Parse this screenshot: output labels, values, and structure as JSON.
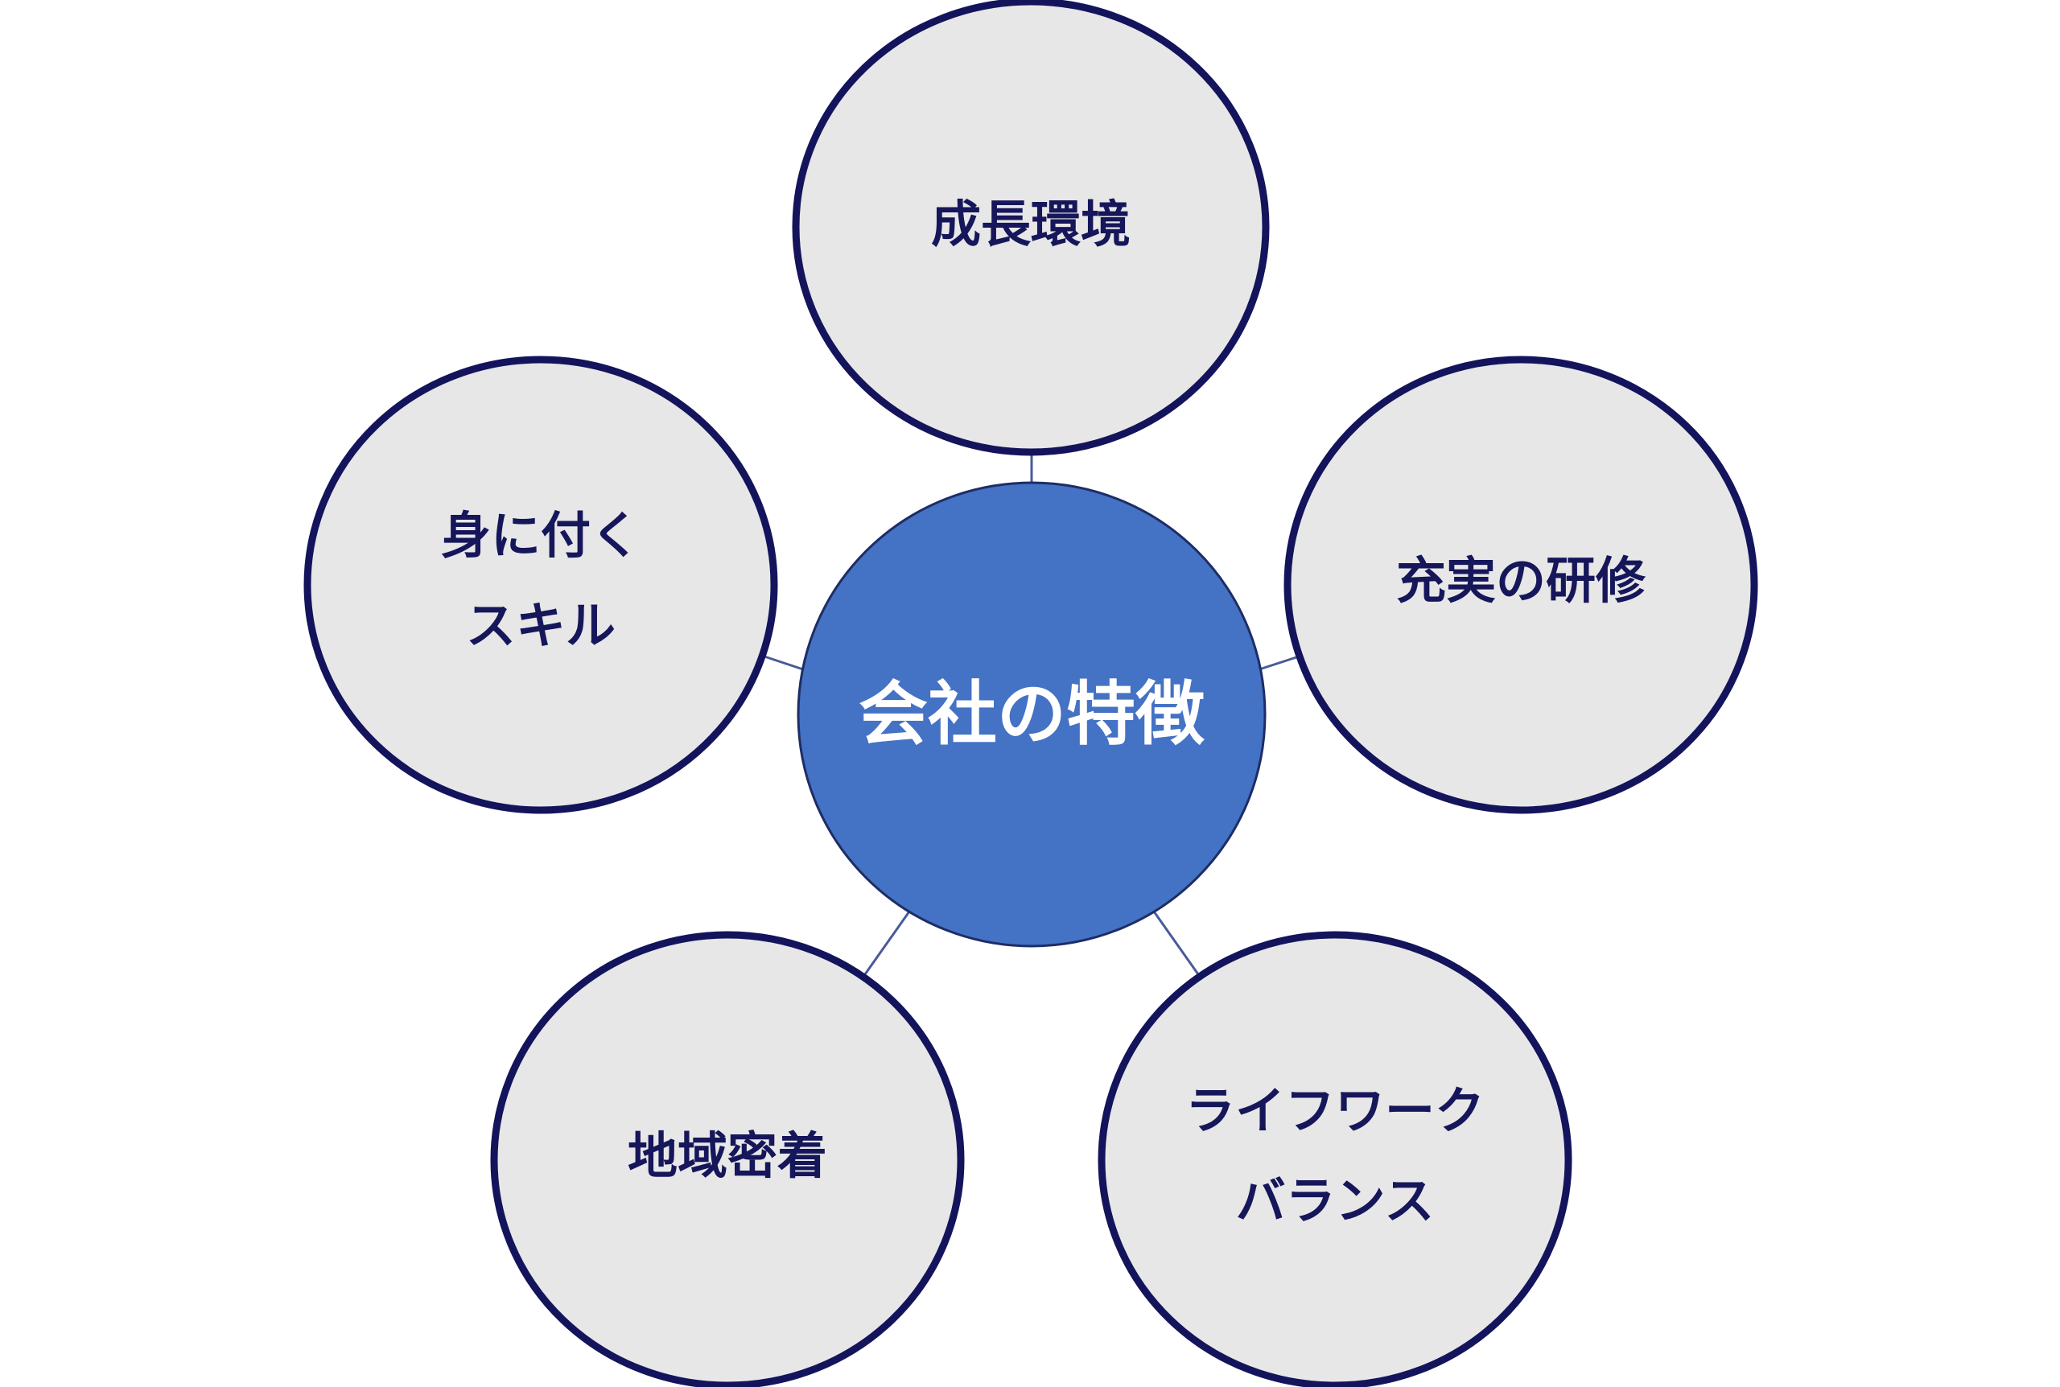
{
  "diagram": {
    "center": {
      "label": "会社の特徴"
    },
    "features": [
      {
        "key": "growth",
        "lines": [
          "成長環境"
        ]
      },
      {
        "key": "training",
        "lines": [
          "充実の研修"
        ]
      },
      {
        "key": "work-life",
        "lines": [
          "ライフワーク",
          "バランス"
        ]
      },
      {
        "key": "community",
        "lines": [
          "地域密着"
        ]
      },
      {
        "key": "skills",
        "lines": [
          "身に付く",
          "スキル"
        ]
      }
    ]
  }
}
